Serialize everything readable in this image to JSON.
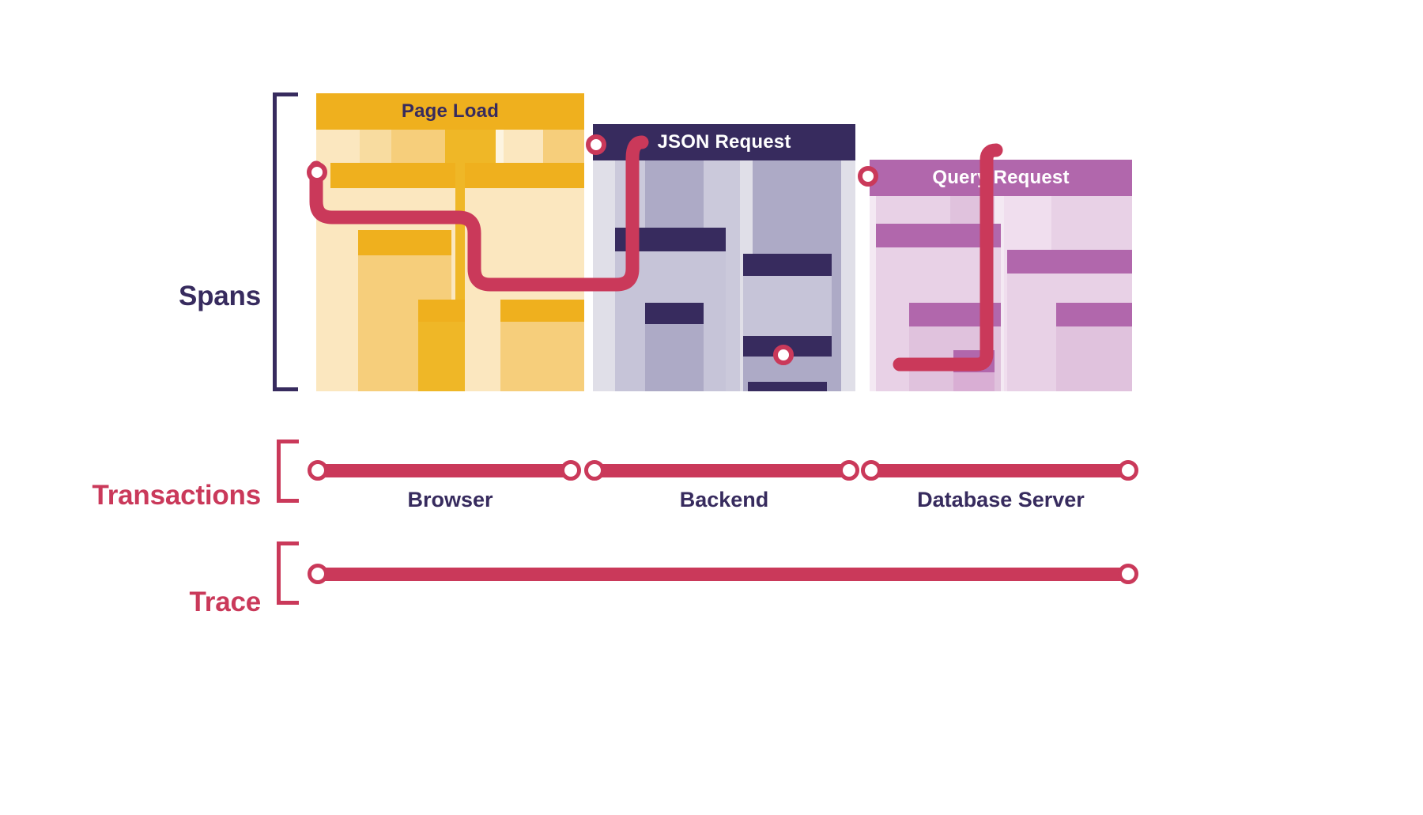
{
  "diagram": {
    "title_present": false,
    "background": "#FFFFFF"
  },
  "rows": {
    "spans_label": "Spans",
    "transactions_label": "Transactions",
    "trace_label": "Trace"
  },
  "colors": {
    "trace_red": "#CA395A",
    "dark_navy": "#372B5E",
    "browser_accent": "#EFB01E",
    "browser_mid": "#F6CE7B",
    "browser_light": "#FBE7BF",
    "browser_pale": "#FDF4E0",
    "backend_accent": "#372B5E",
    "backend_mid": "#ADAAC6",
    "backend_light": "#C6C4D8",
    "backend_pale": "#E0DFE8",
    "database_accent": "#B167AC",
    "database_mid": "#D9AED4",
    "database_light": "#E8D1E6",
    "database_pale": "#F4E9F3"
  },
  "services": [
    {
      "id": "browser",
      "header_label": "Page Load",
      "caption": "Browser",
      "header_bg": "#EFB01E",
      "header_text": "#372B5E",
      "body_bg": "#FDF4E0",
      "accent": "#EFB01E",
      "columns": [
        {
          "fill": "#FBE7BF"
        },
        {
          "fill": "#F6CE7B"
        },
        {
          "fill": "#EFB727"
        },
        {
          "fill": "#FDF4E0"
        },
        {
          "fill": "#F6CE7B"
        }
      ]
    },
    {
      "id": "backend",
      "header_label": "JSON Request",
      "caption": "Backend",
      "header_bg": "#372B5E",
      "header_text": "#FFFFFF",
      "body_bg": "#E0DFE8",
      "accent": "#372B5E",
      "columns": [
        {
          "fill": "#E0DFE8"
        },
        {
          "fill": "#C6C4D8"
        },
        {
          "fill": "#ADAAC6"
        },
        {
          "fill": "#C6C4D8"
        },
        {
          "fill": "#ADAAC6"
        }
      ]
    },
    {
      "id": "database",
      "header_label": "Query Request",
      "caption": "Database Server",
      "header_bg": "#B167AC",
      "header_text": "#FFFFFF",
      "body_bg": "#F4E9F3",
      "accent": "#B167AC",
      "columns": [
        {
          "fill": "#F4E9F3"
        },
        {
          "fill": "#E8D1E6"
        },
        {
          "fill": "#E0C2DD"
        },
        {
          "fill": "#F4E9F3"
        },
        {
          "fill": "#E8D1E6"
        }
      ]
    }
  ],
  "transactions_bar": {
    "segments": [
      {
        "label": "browser-transaction"
      },
      {
        "label": "backend-transaction"
      },
      {
        "label": "database-transaction"
      }
    ],
    "node_count": 6
  },
  "trace_bar": {
    "node_count": 2
  }
}
